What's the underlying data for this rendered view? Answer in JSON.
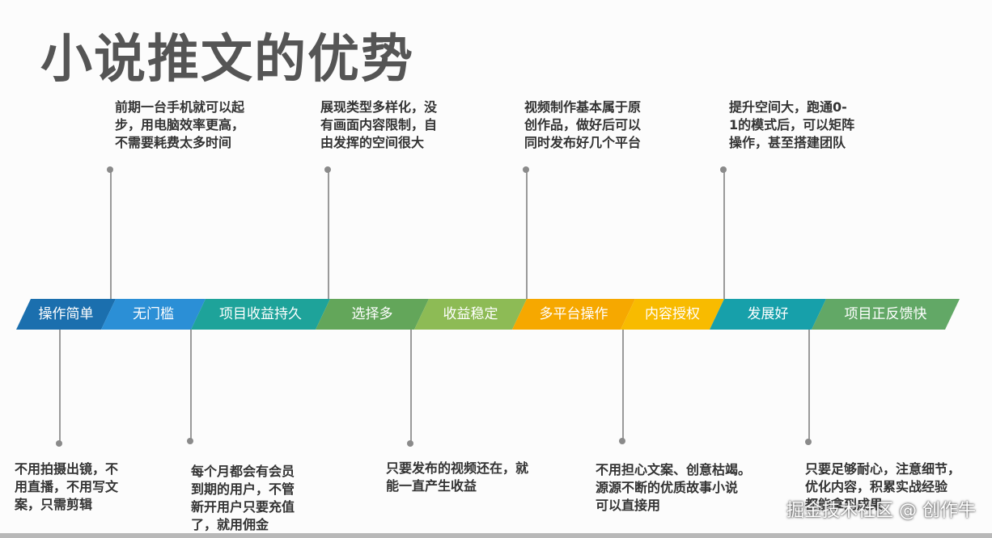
{
  "title": "小说推文的优势",
  "colors": {
    "dark_blue": "#1b6fae",
    "mid_blue": "#2b8fd6",
    "teal": "#1ea39a",
    "green": "#63a65a",
    "light_green": "#8dbb55",
    "orange": "#f6a800",
    "yellow": "#f8bb00",
    "cyan": "#17a0aa",
    "green2": "#62a866"
  },
  "segments": [
    {
      "label": "操作简单",
      "color": "#1b6fae"
    },
    {
      "label": "无门槛",
      "color": "#2b8fd6"
    },
    {
      "label": "项目收益持久",
      "color": "#1ea39a"
    },
    {
      "label": "选择多",
      "color": "#63a65a"
    },
    {
      "label": "收益稳定",
      "color": "#8dbb55"
    },
    {
      "label": "多平台操作",
      "color": "#f6a800"
    },
    {
      "label": "内容授权",
      "color": "#f8bb00"
    },
    {
      "label": "发展好",
      "color": "#17a0aa"
    },
    {
      "label": "项目正反馈快",
      "color": "#62a866"
    }
  ],
  "top_notes": [
    {
      "text": "前期一台手机就可以起\n步，用电脑效率更高，\n不需要耗费太多时间"
    },
    {
      "text": "展现类型多样化，没\n有画面内容限制，自\n由发挥的空间很大"
    },
    {
      "text": "视频制作基本属于原\n创作品，做好后可以\n同时发布好几个平台"
    },
    {
      "text": "提升空间大，跑通0-\n1的模式后，可以矩阵\n操作，甚至搭建团队"
    }
  ],
  "bottom_notes": [
    {
      "text": "不用拍摄出镜，不\n用直播，不用写文\n案，只需剪辑"
    },
    {
      "text": "每个月都会有会员\n到期的用户，不管\n新开用户只要充值\n了，就用佣金"
    },
    {
      "text": "只要发布的视频还在，就\n能一直产生收益"
    },
    {
      "text": "不用担心文案、创意枯竭。\n源源不断的优质故事小说\n可以直接用"
    },
    {
      "text": "只要足够耐心，注意细节，\n优化内容，积累实战经验\n都能拿到成果"
    }
  ],
  "watermark": "掘金技术社区 @ 创作牛"
}
